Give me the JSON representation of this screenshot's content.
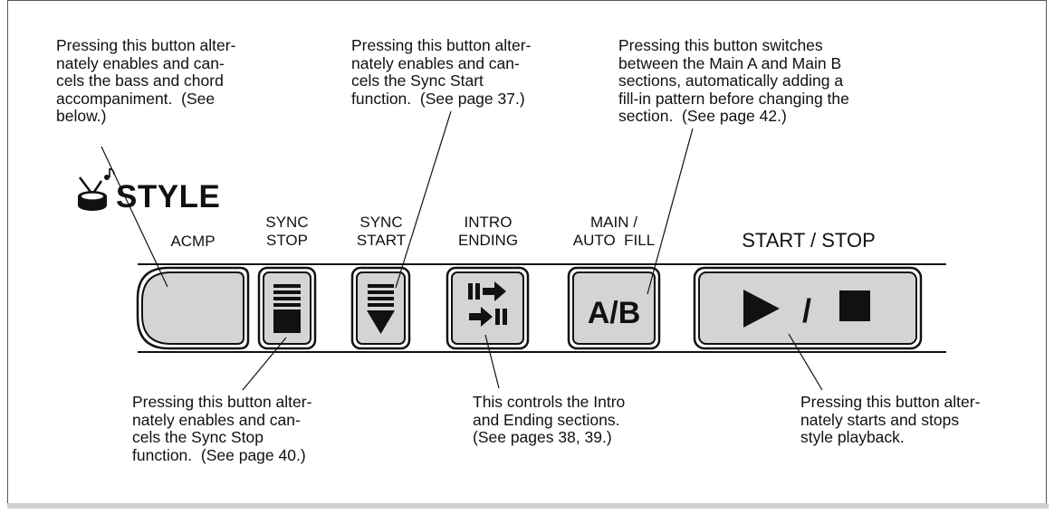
{
  "panel": {
    "title": "STYLE"
  },
  "buttons": [
    {
      "id": "acmp",
      "label": "ACMP",
      "icon": "blank"
    },
    {
      "id": "sync-stop",
      "label": "SYNC\nSTOP",
      "icon": "sync-stop-icon"
    },
    {
      "id": "sync-start",
      "label": "SYNC\nSTART",
      "icon": "sync-start-icon"
    },
    {
      "id": "intro-ending",
      "label": "INTRO\nENDING",
      "icon": "intro-ending-arrows-icon"
    },
    {
      "id": "main-auto-fill",
      "label": "MAIN /\nAUTO  FILL",
      "icon_text": "A/B"
    },
    {
      "id": "start-stop",
      "label": "START / STOP",
      "icon": "play-stop-icon",
      "icon_sep": "/"
    }
  ],
  "annotations": {
    "acmp": "Pressing this button alter-\nnately enables and can-\ncels the bass and chord\naccompaniment.  (See\nbelow.)",
    "sync_start": "Pressing this button alter-\nnately enables and can-\ncels the Sync Start\nfunction.  (See page 37.)",
    "main_ab": "Pressing this button switches\nbetween the Main A and Main B\nsections, automatically adding a\nfill-in pattern before changing the\nsection.  (See page 42.)",
    "sync_stop": "Pressing this button alter-\nnately enables and can-\ncels the Sync Stop\nfunction.  (See page 40.)",
    "intro_ending": "This controls the Intro\nand Ending sections.\n(See pages 38, 39.)",
    "start_stop": "Pressing this button alter-\nnately starts and stops\nstyle playback."
  },
  "colors": {
    "button_fill": "#d4d4d4",
    "outline": "#111111",
    "frame": "#555555"
  }
}
